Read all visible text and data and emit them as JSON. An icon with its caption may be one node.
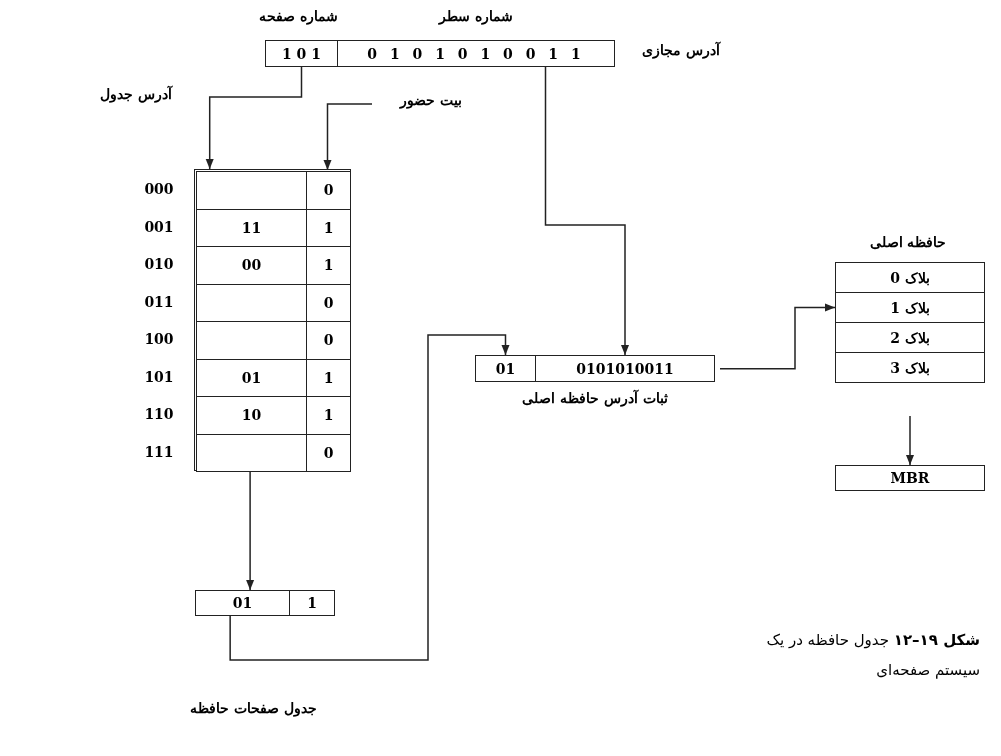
{
  "diagram": {
    "caption": "**شکل ۱۹–۱۲** جدول حافظه در یک سیستم صفحه‌ای",
    "nodes": [
      {
        "text": [
          "آدرس مجازی"
        ]
      },
      {
        "text": [
          "1 0 1"
        ],
        "in": 0,
        "beside": [
          "شماره صفحه"
        ]
      },
      {
        "text": [
          "0 1 0 1 0 1 0 0 1 1"
        ],
        "in": 0,
        "beside": [
          "شماره سطر"
        ]
      },
      {
        "text": [],
        "shape": "box"
      },
      {
        "text": [],
        "shape": "box",
        "in": 3,
        "beside": [
          "000"
        ]
      },
      {
        "text": [
          "0"
        ],
        "in": 3
      },
      {
        "text": [
          "11"
        ],
        "in": 3,
        "beside": [
          "001"
        ]
      },
      {
        "text": [
          "1"
        ],
        "in": 3
      },
      {
        "text": [
          "00"
        ],
        "in": 3,
        "beside": [
          "010"
        ]
      },
      {
        "text": [
          "1"
        ],
        "in": 3
      },
      {
        "text": [],
        "shape": "box",
        "in": 3,
        "beside": [
          "011"
        ]
      },
      {
        "text": [
          "0"
        ],
        "in": 3
      },
      {
        "text": [],
        "shape": "box",
        "in": 3,
        "beside": [
          "100"
        ]
      },
      {
        "text": [
          "0"
        ],
        "in": 3
      },
      {
        "text": [
          "01"
        ],
        "in": 3,
        "beside": [
          "101"
        ]
      },
      {
        "text": [
          "1"
        ],
        "in": 3
      },
      {
        "text": [
          "10"
        ],
        "in": 3,
        "beside": [
          "110"
        ]
      },
      {
        "text": [
          "1"
        ],
        "in": 3
      },
      {
        "text": [],
        "shape": "box",
        "in": 3,
        "beside": [
          "111"
        ]
      },
      {
        "text": [
          "0"
        ],
        "in": 3
      },
      {
        "text": [
          "بیت حضور"
        ]
      },
      {
        "text": [
          "01"
        ]
      },
      {
        "text": [
          "1"
        ]
      },
      {
        "text": [
          "ثبات آدرس حافظه اصلی"
        ]
      },
      {
        "text": [
          "01"
        ],
        "in": 23
      },
      {
        "text": [
          "0101010011"
        ],
        "in": 23
      },
      {
        "text": [
          "حافظه اصلی"
        ]
      },
      {
        "text": [
          "بلاک 0"
        ],
        "in": 26
      },
      {
        "text": [
          "بلاک 1"
        ],
        "in": 26
      },
      {
        "text": [
          "بلاک 2"
        ],
        "in": 26
      },
      {
        "text": [
          "بلاک 3"
        ],
        "in": 26
      },
      {
        "text": [
          "MBR"
        ]
      }
    ],
    "edges": [
      {
        "from": 1,
        "to": 3,
        "arrow": "to",
        "label": "آدرس جدول"
      },
      {
        "from": 20,
        "to": 5,
        "arrow": "to"
      },
      {
        "from": 2,
        "to": 25,
        "arrow": "to"
      },
      {
        "from": 3,
        "to": 21,
        "arrow": "to"
      },
      {
        "from": 21,
        "to": 24,
        "arrow": "to"
      },
      {
        "from": 23,
        "to": 28,
        "arrow": "to"
      },
      {
        "from": 26,
        "to": 31,
        "arrow": "to"
      }
    ],
    "labels": [
      "جدول صفحات حافظه"
    ]
  }
}
